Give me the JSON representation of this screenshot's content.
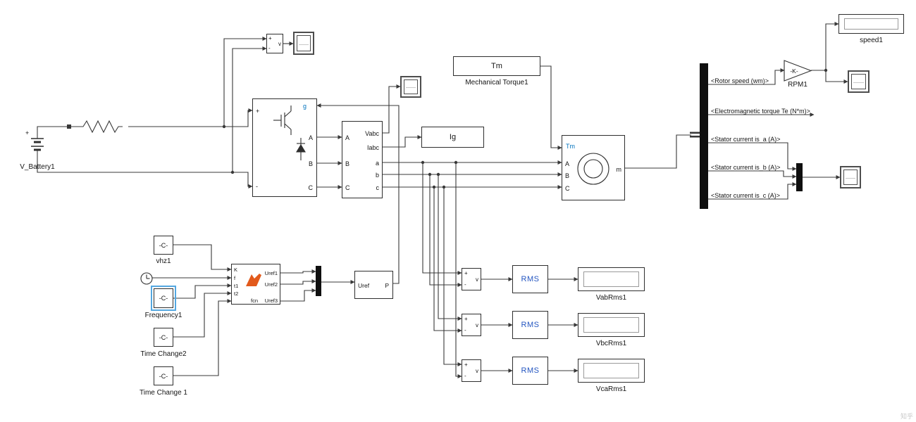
{
  "watermark": "知乎",
  "colors": {
    "wire": "#383838",
    "port_blue": "#0072bd",
    "rms_blue": "#2456c0",
    "selection_blue": "#53a7e0"
  },
  "battery": {
    "plus": "+",
    "label": "V_Battery1"
  },
  "vm": {
    "plus": "+",
    "minus": "-",
    "out": "v"
  },
  "inverter": {
    "gate": "g",
    "plus": "+",
    "minus": "-",
    "out_a": "A",
    "out_b": "B",
    "out_c": "C"
  },
  "vimeas": {
    "in_a": "A",
    "in_b": "B",
    "in_c": "C",
    "out_vabc": "Vabc",
    "out_iabc": "Iabc",
    "out_a": "a",
    "out_b": "b",
    "out_c": "c"
  },
  "goto_ig": {
    "label": "Ig"
  },
  "torque": {
    "label": "Tm",
    "caption": "Mechanical Torque1"
  },
  "machine": {
    "in_tm": "Tm",
    "in_a": "A",
    "in_b": "B",
    "in_c": "C",
    "out_m": "m"
  },
  "bus": {
    "signals": [
      "<Rotor speed (wm)>",
      "<Electromagnetic torque Te (N*m)>",
      "<Stator current is_a (A)>",
      "<Stator current is_b (A)>",
      "<Stator current is_c (A)>"
    ]
  },
  "gain": {
    "label": "-K-",
    "caption": "RPM1"
  },
  "displays": {
    "speed": "speed1",
    "vab": "VabRms1",
    "vbc": "VbcRms1",
    "vca": "VcaRms1"
  },
  "constants": {
    "value": "-C-",
    "vhz": "vhz1",
    "freq": "Frequency1",
    "tc2": "Time Change2",
    "tc1": "Time Change 1"
  },
  "fcn": {
    "in_k": "K",
    "in_f": "f",
    "in_t1": "t1",
    "in_t2": "t2",
    "label": "fcn",
    "out_1": "Uref1",
    "out_2": "Uref2",
    "out_3": "Uref3"
  },
  "pwm": {
    "in": "Uref",
    "out": "P"
  },
  "rms": {
    "label": "RMS"
  }
}
